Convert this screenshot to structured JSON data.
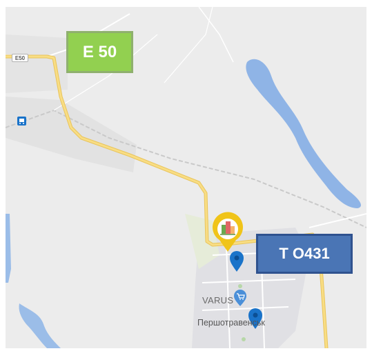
{
  "map": {
    "road_shield": "E50",
    "poi_label": "VARUS",
    "town_label": "Першотравенськ",
    "icons": [
      "bus-stop-icon",
      "building-marker-icon",
      "shopping-cart-icon",
      "location-pin-icon"
    ]
  },
  "callouts": {
    "highway": "E 50",
    "territorial_road": "T O431"
  },
  "colors": {
    "land": "#ececec",
    "road": "#f5d66e",
    "water": "#8fb4e6",
    "pin": "#1a73c9",
    "marker_ring": "#f0c419",
    "callout_green": "#92d050",
    "callout_blue": "#4a75b5"
  }
}
